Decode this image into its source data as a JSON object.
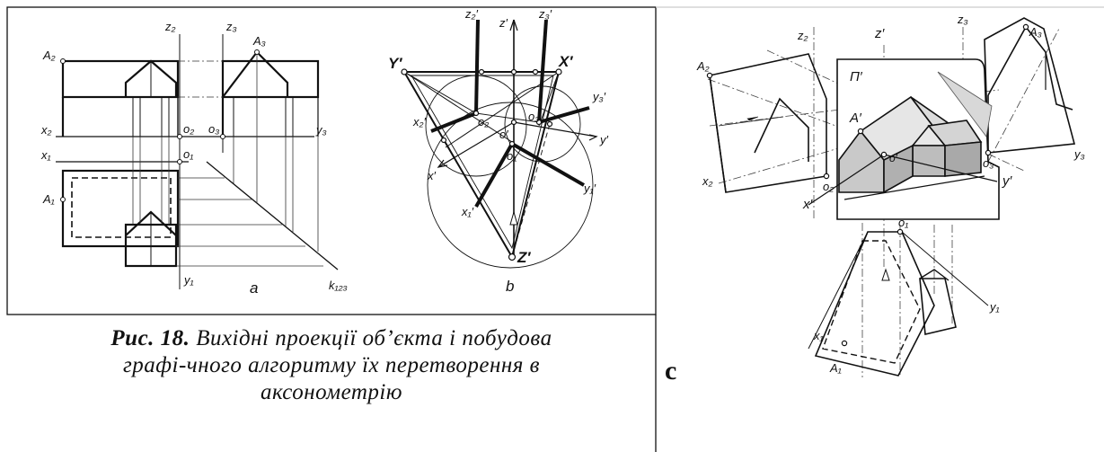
{
  "figure": {
    "caption_bold": "Рис. 18.",
    "caption_line1": "Вихідні проекції об’єкта і побудова",
    "caption_line2": "графі-чного алгоритму їх перетворення в",
    "caption_line3": "аксонометрію",
    "panel_c_label": "c"
  },
  "panel_a": {
    "label": "a",
    "labels": {
      "z2": "z₂",
      "z3": "z₃",
      "A2": "A₂",
      "A3": "A₃",
      "x2": "x₂",
      "o2": "o₂",
      "o3": "o₃",
      "y3": "y₃",
      "x1": "x₁",
      "o1": "o₁",
      "A1": "A₁",
      "y1": "y₁",
      "k123": "k₁₂₃"
    }
  },
  "panel_b": {
    "label": "b",
    "labels": {
      "z2p": "z₂′",
      "zp": "z′",
      "z3p": "z₃′",
      "Yp": "Y′",
      "Xp": "X′",
      "x2p": "x₂′",
      "o2": "o₂",
      "o3": "o₃",
      "op": "o′",
      "y3p": "y₃′",
      "yp": "y′",
      "o1": "o₁",
      "xp": "x′",
      "y1p": "y₁′",
      "x1p": "x₁′",
      "Zp": "Z′"
    }
  },
  "panel_c": {
    "labels": {
      "z2": "z₂",
      "zp": "z′",
      "z3": "z₃",
      "A3": "A₃",
      "A2": "A₂",
      "Pi": "П′",
      "Ap": "A′",
      "op": "o′",
      "o2": "o₂",
      "o3": "o₃",
      "y3": "y₃",
      "x2": "x₂",
      "xp": "x′",
      "yp": "y′",
      "o1": "o₁",
      "y1": "y₁",
      "x1": "x₁",
      "A1": "A₁"
    }
  }
}
